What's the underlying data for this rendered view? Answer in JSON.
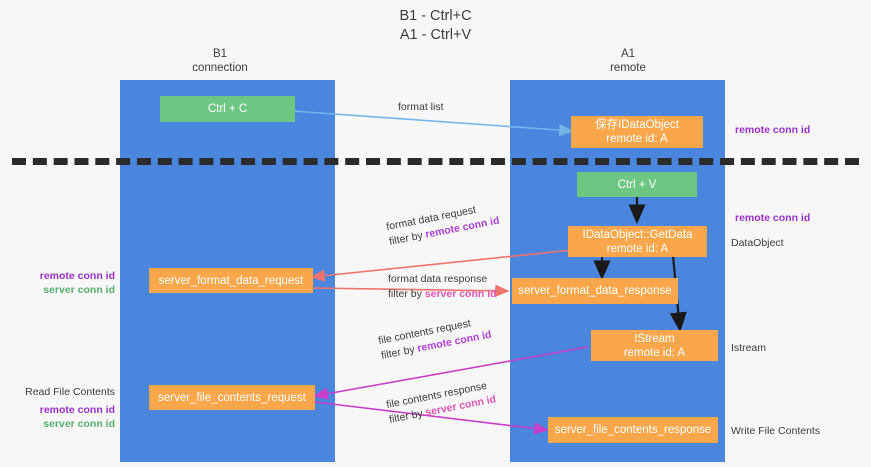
{
  "title": "B1 - Ctrl+C\nA1 - Ctrl+V",
  "columns": {
    "left": {
      "header": "B1\nconnection"
    },
    "right": {
      "header": "A1\nremote"
    }
  },
  "colors": {
    "lane": "#4a86dd",
    "node_green": "#6dc783",
    "node_orange": "#f9a74a",
    "remote_conn_id": "#9b30c9",
    "server_conn_id": "#55b06a",
    "arrow_format_list": "#72b5e8",
    "arrow_format_data": "#f0736b",
    "arrow_file_contents": "#c93fc9",
    "arrow_black": "#1a1a1a",
    "divider": "#2b2b2b"
  },
  "nodes": {
    "ctrl_c": {
      "label": "Ctrl + C"
    },
    "save_idataobject": {
      "label": "保存IDataObject\nremote id: A"
    },
    "ctrl_v": {
      "label": "Ctrl + V"
    },
    "idataobject_getdata": {
      "label": "IDataObject::GetData\nremote id: A"
    },
    "server_format_data_request": {
      "label": "server_format_data_request"
    },
    "server_format_data_response": {
      "label": "server_format_data_response"
    },
    "istream": {
      "label": "IStream\nremote id: A"
    },
    "server_file_contents_request": {
      "label": "server_file_contents_request"
    },
    "server_file_contents_response": {
      "label": "server_file_contents_response"
    }
  },
  "edges": {
    "format_list": {
      "label": "format list"
    },
    "format_data_request": {
      "line1": "format data request",
      "line2_prefix": "filter by ",
      "line2_key": "remote conn id"
    },
    "format_data_response": {
      "line1": "format data response",
      "line2_prefix": "filter by ",
      "line2_key": "server conn id"
    },
    "file_contents_request": {
      "line1": "file contents request",
      "line2_prefix": "filter by ",
      "line2_key": "remote conn id"
    },
    "file_contents_response": {
      "line1": "file contents response",
      "line2_prefix": "filter by ",
      "line2_key": "server conn id"
    }
  },
  "annotations": {
    "right_remote_top": "remote conn id",
    "right_remote_mid": "remote conn id",
    "right_dataobject": "DataObject",
    "right_istream": "Istream",
    "right_write_file": "Write File Contents",
    "left_format": {
      "remote": "remote conn id",
      "server": "server conn id"
    },
    "left_file": {
      "title": "Read File Contents",
      "remote": "remote conn id",
      "server": "server conn id"
    }
  }
}
